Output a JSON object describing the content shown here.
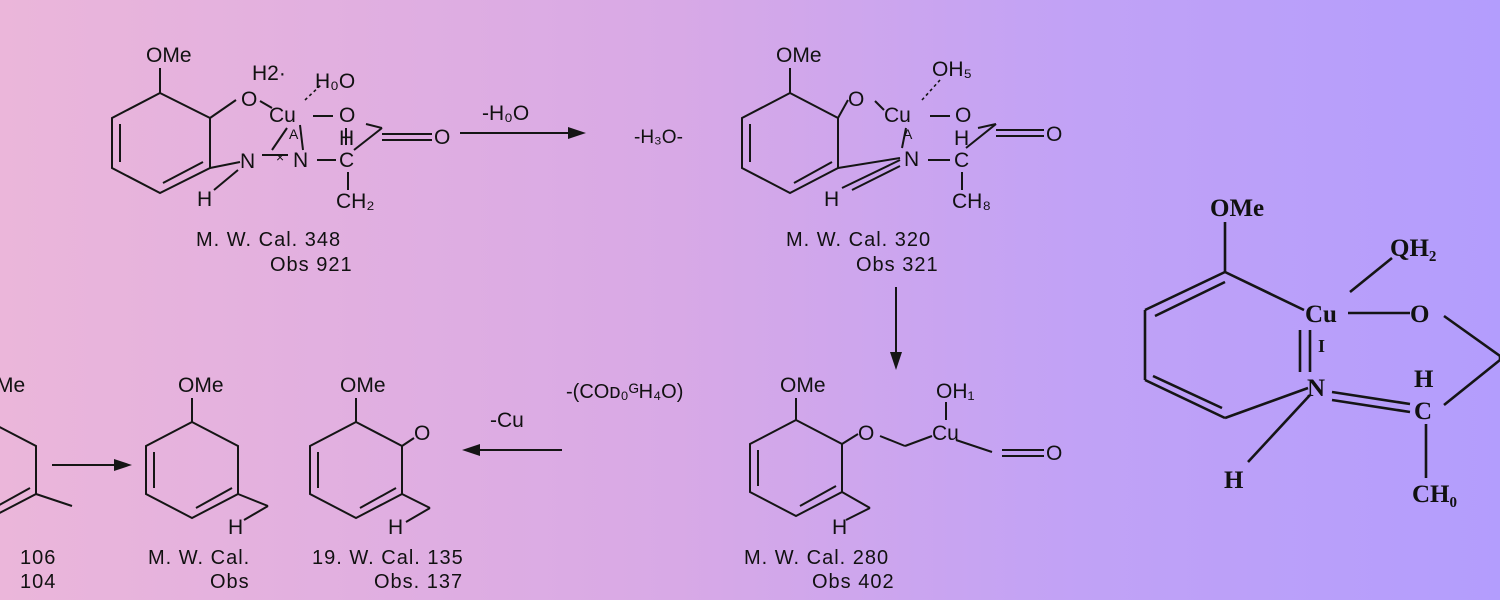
{
  "compounds": [
    {
      "id": "c1",
      "atoms": {
        "ome": "OMe",
        "o_phenol": "O",
        "cu": "Cu",
        "h2_label": "H2·",
        "h2o": "H₀O",
        "o_ring": "O",
        "o_carbonyl": "O",
        "n1": "N",
        "n2": "N",
        "h_alpha": "H",
        "c_alpha": "C",
        "h_nh": "H",
        "ch3": "CH₂",
        "small": "A",
        "x": "×"
      },
      "mw_cal": "M. W. Cal. 348",
      "mw_obs": "Obs 921"
    },
    {
      "id": "c2",
      "atoms": {
        "ome": "OMe",
        "o_phenol": "O",
        "cu": "Cu",
        "oh": "OH₅",
        "o_ring": "O",
        "o_carbonyl": "O",
        "n": "N",
        "h_alpha": "H",
        "c_alpha": "C",
        "h_ch": "H",
        "ch3": "CH₈",
        "small": "A"
      },
      "mw_cal": "M. W. Cal. 320",
      "mw_obs": "Obs 321"
    },
    {
      "id": "c3",
      "atoms": {
        "ome": "OMe",
        "o_ether": "O",
        "cu": "Cu",
        "oh": "OH₁",
        "o_carbonyl": "O",
        "h": "H"
      },
      "mw_cal": "M. W. Cal. 280",
      "mw_obs": "Obs 402"
    },
    {
      "id": "c4",
      "atoms": {
        "ome": "OMe",
        "o": "O",
        "h": "H"
      },
      "mw_cal": "19. W. Cal. 135",
      "mw_obs": "Obs. 137"
    },
    {
      "id": "c5",
      "atoms": {
        "ome": "OMe",
        "h": "H"
      },
      "mw_cal": "M. W. Cal.",
      "mw_obs": "Obs"
    },
    {
      "id": "c6",
      "atoms": {
        "ome": "Me"
      },
      "mw_cal": "106",
      "mw_obs": "104"
    },
    {
      "id": "c7",
      "atoms": {
        "ome": "OMe",
        "qh2": "QH₂",
        "cu": "Cu",
        "o": "O",
        "n": "N",
        "h_alpha": "H",
        "c_alpha": "C",
        "h_n": "H",
        "ch3": "CH₀",
        "i": "I"
      }
    }
  ],
  "reagents": {
    "step1": "-H₀O",
    "step1_side": "-H₃O-",
    "step3": "-(COᴅ₀ᴳH₄O)",
    "step4": "-Cu"
  }
}
